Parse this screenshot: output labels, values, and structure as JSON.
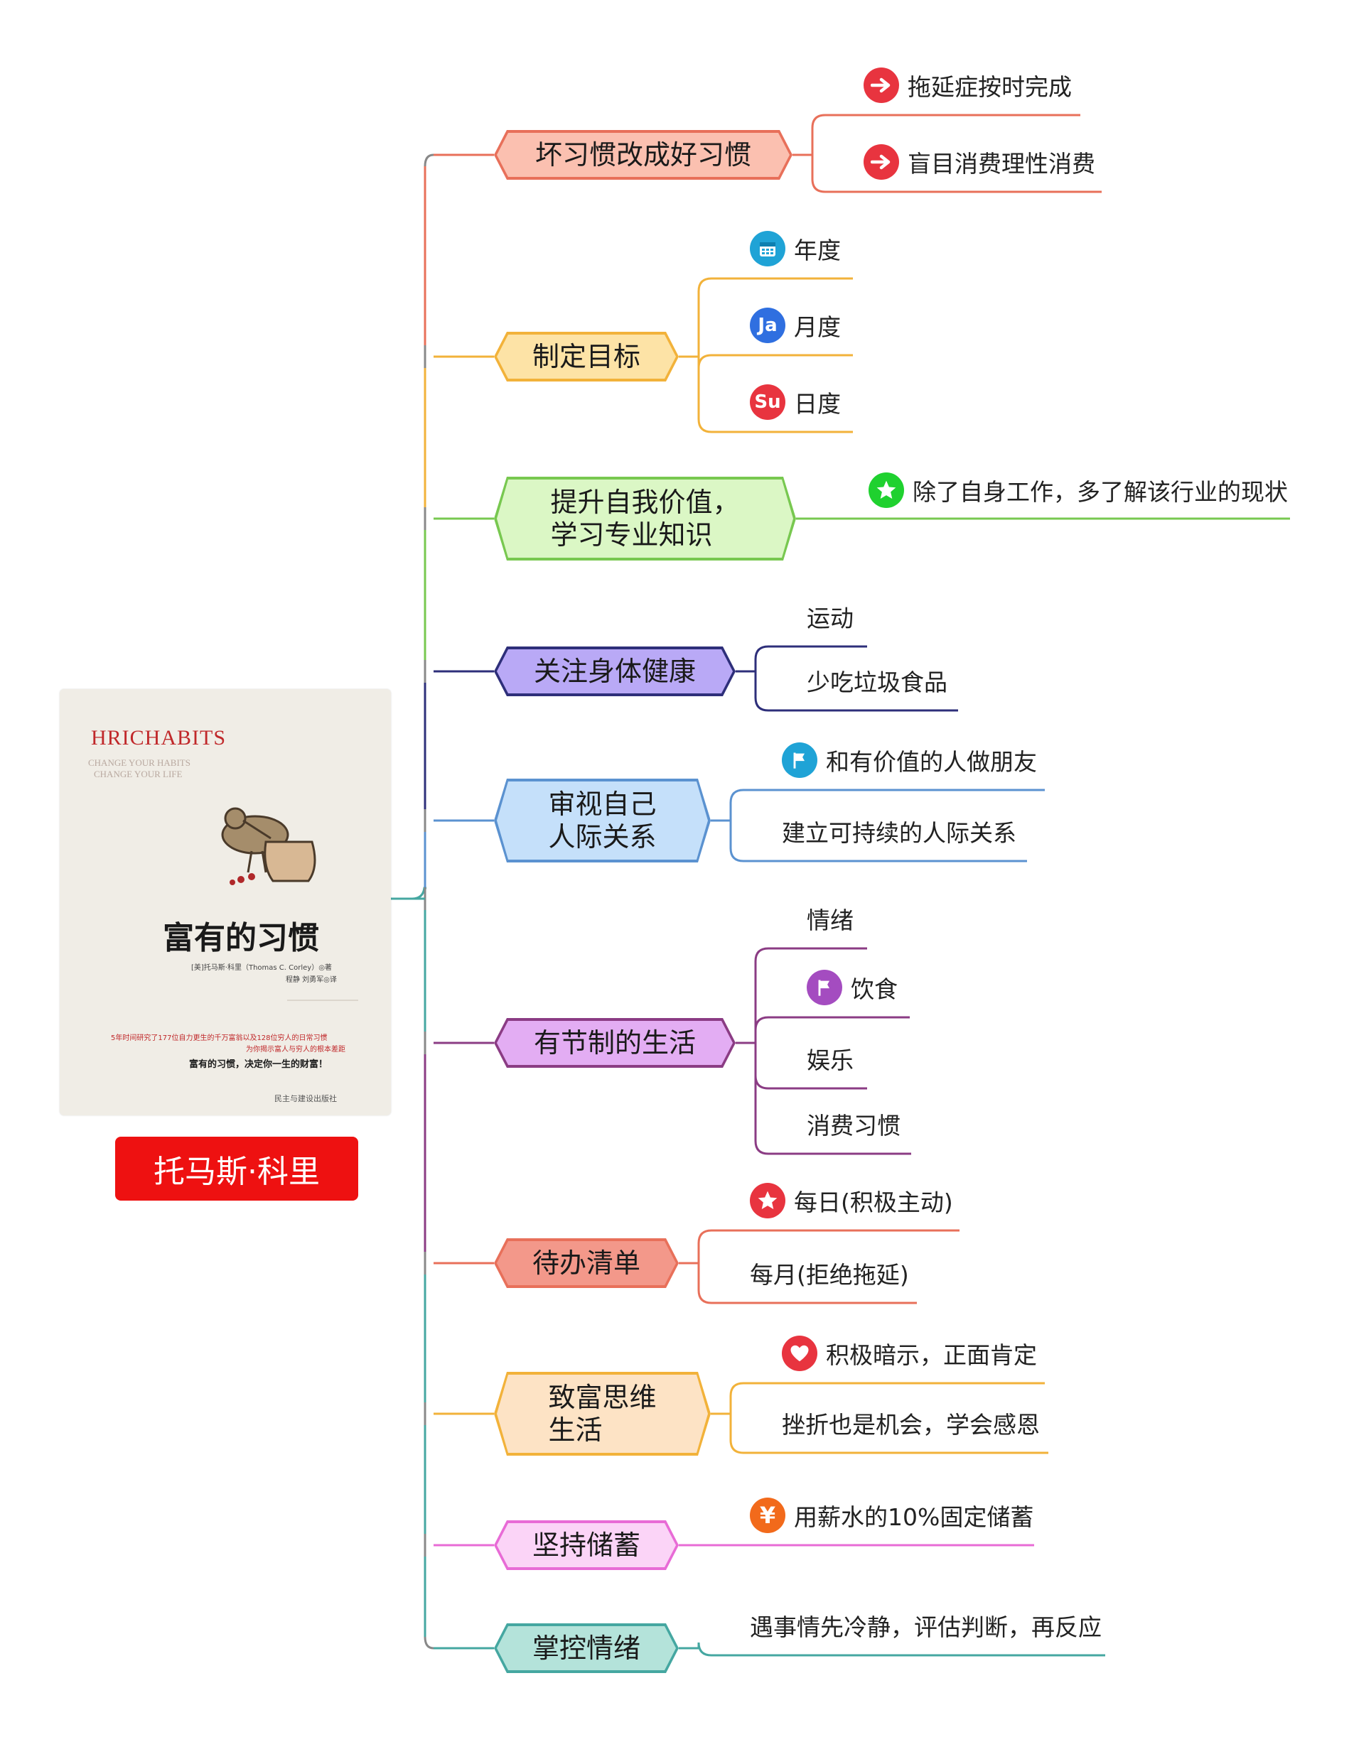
{
  "book": {
    "logo_text": "HRICHABITS",
    "subtitle_en": "CHANGE YOUR HABITS\nCHANGE YOUR LIFE",
    "title": "富有的习惯",
    "author_line": "[美]托马斯·科里（Thomas C. Corley）◎著",
    "translator_line": "程静 刘勇军◎译",
    "blurb_line1": "5年时间研究了177位自力更生的千万富翁以及128位穷人的日常习惯",
    "blurb_line2": "为你揭示富人与穷人的根本差距",
    "tagline": "富有的习惯，决定你一生的财富！",
    "publisher": "民主与建设出版社"
  },
  "author_label": "托马斯·科里",
  "colors": {
    "author_label": "#ee1111",
    "branch_red": "#e8705a",
    "branch_orange": "#f2b23a",
    "branch_green": "#78c850",
    "branch_navy": "#2e2f7a",
    "branch_blue": "#5b92d0",
    "branch_purple": "#8b3c84",
    "branch_teal": "#45a7a1",
    "branch_pink": "#e86bd6"
  },
  "branches": [
    {
      "label": "坏习惯改成好习惯",
      "color": "#e8705a",
      "fill": "#fbc0b0",
      "leaves": [
        {
          "text": "拖延症按时完成",
          "icon": "arrow-right-icon",
          "icon_color": "#e8343f"
        },
        {
          "text": "盲目消费理性消费",
          "icon": "arrow-right-icon",
          "icon_color": "#e8343f"
        }
      ]
    },
    {
      "label": "制定目标",
      "color": "#f2b23a",
      "fill": "#fde3a6",
      "leaves": [
        {
          "text": "年度",
          "icon": "calendar-icon",
          "icon_color": "#1fa3d6"
        },
        {
          "text": "月度",
          "icon": "badge-ja-icon",
          "icon_color": "#2f6fe0",
          "icon_text": "Ja"
        },
        {
          "text": "日度",
          "icon": "badge-su-icon",
          "icon_color": "#e8343f",
          "icon_text": "Su"
        }
      ]
    },
    {
      "label": "提升自我价值，\n学习专业知识",
      "color": "#78c850",
      "fill": "#dbf7c5",
      "leaves": [
        {
          "text": "除了自身工作，多了解该行业的现状",
          "icon": "star-icon",
          "icon_color": "#1fd12f"
        }
      ]
    },
    {
      "label": "关注身体健康",
      "color": "#2e2f7a",
      "fill": "#b9a9f6",
      "leaves": [
        {
          "text": "运动"
        },
        {
          "text": "少吃垃圾食品"
        }
      ]
    },
    {
      "label": "审视自己\n人际关系",
      "color": "#5b92d0",
      "fill": "#c5e0fa",
      "leaves": [
        {
          "text": "和有价值的人做朋友",
          "icon": "flag-icon",
          "icon_color": "#1fa3d6"
        },
        {
          "text": "建立可持续的人际关系"
        }
      ]
    },
    {
      "label": "有节制的生活",
      "color": "#8b3c84",
      "fill": "#e3adf3",
      "leaves": [
        {
          "text": "情绪"
        },
        {
          "text": "饮食",
          "icon": "flag-icon",
          "icon_color": "#a44cc0"
        },
        {
          "text": "娱乐"
        },
        {
          "text": "消费习惯"
        }
      ]
    },
    {
      "label": "待办清单",
      "color": "#e8705a",
      "fill": "#f3988a",
      "leaves": [
        {
          "text": "每日(积极主动)",
          "icon": "star-icon",
          "icon_color": "#e8343f"
        },
        {
          "text": "每月(拒绝拖延)"
        }
      ]
    },
    {
      "label": "致富思维\n生活",
      "color": "#f2b23a",
      "fill": "#fde3c5",
      "leaves": [
        {
          "text": "积极暗示，正面肯定",
          "icon": "heart-icon",
          "icon_color": "#e8343f"
        },
        {
          "text": "挫折也是机会，学会感恩"
        }
      ]
    },
    {
      "label": "坚持储蓄",
      "color": "#e86bd6",
      "fill": "#fbd4f7",
      "leaves": [
        {
          "text": "用薪水的10%固定储蓄",
          "icon": "yen-icon",
          "icon_color": "#f26a1b"
        }
      ]
    },
    {
      "label": "掌控情绪",
      "color": "#45a7a1",
      "fill": "#b4e3da",
      "leaves": [
        {
          "text": "遇事情先冷静，评估判断，再反应"
        }
      ]
    }
  ]
}
